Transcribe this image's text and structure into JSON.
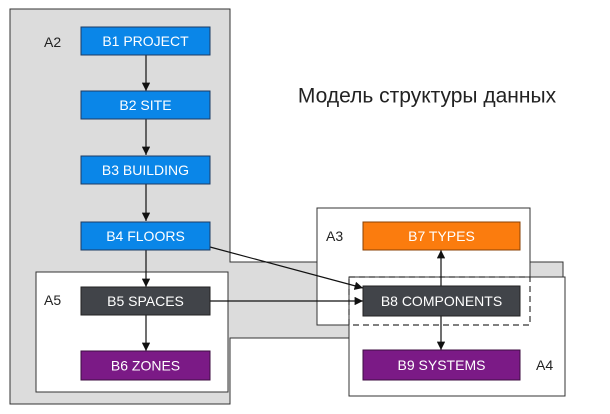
{
  "title": "Модель структуры данных",
  "areas": {
    "a2": "A2",
    "a3": "A3",
    "a4": "A4",
    "a5": "A5"
  },
  "nodes": {
    "b1": "B1 PROJECT",
    "b2": "B2 SITE",
    "b3": "B3 BUILDING",
    "b4": "B4 FLOORS",
    "b5": "B5 SPACES",
    "b6": "B6 ZONES",
    "b7": "B7 TYPES",
    "b8": "B8 COMPONENTS",
    "b9": "B9 SYSTEMS"
  },
  "colors": {
    "blue": "#0a86e8",
    "dark": "#414449",
    "purple": "#7b1a86",
    "orange": "#fb7c0e",
    "gray_region": "#dcdcdc",
    "border": "#333333"
  }
}
